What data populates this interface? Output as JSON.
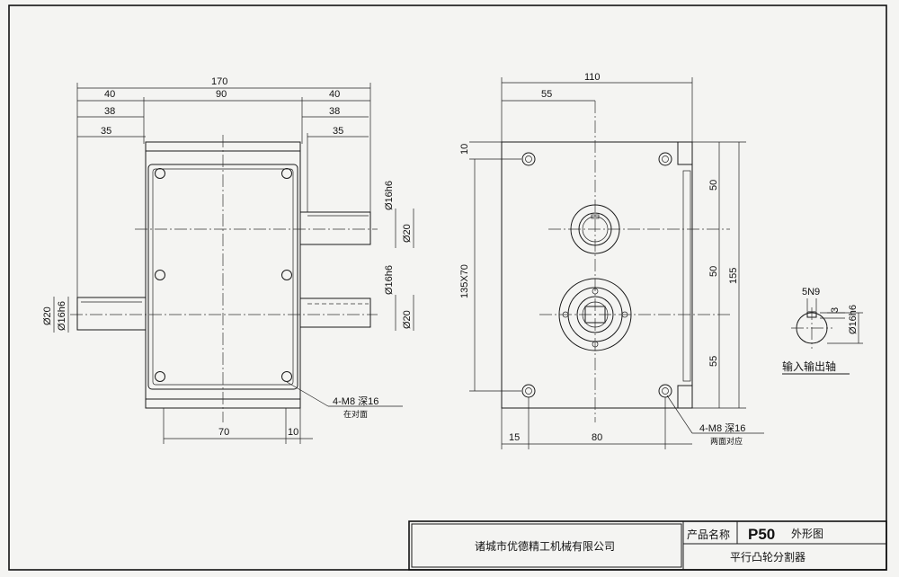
{
  "front_view": {
    "dims": {
      "overall_width": "170",
      "left_shaft_region": "40",
      "body_width": "90",
      "right_shaft_region": "40",
      "left_38": "38",
      "right_38": "38",
      "left_35": "35",
      "right_35": "35",
      "base_70": "70",
      "base_10": "10",
      "top_shaft_d16": "Ø16h6",
      "top_shaft_d20": "Ø20",
      "mid_shaft_d16": "Ø16h6",
      "mid_shaft_d20": "Ø20",
      "left_shaft_d20": "Ø20",
      "left_shaft_d16": "Ø16h6"
    },
    "callout": {
      "thread": "4-M8 深16",
      "note": "在对面"
    }
  },
  "side_view": {
    "dims": {
      "overall_width": "110",
      "to_center": "55",
      "top_offset": "10",
      "hole_pattern": "135X70",
      "upper_50": "50",
      "mid_50": "50",
      "lower_55": "55",
      "height_155": "155",
      "left_15": "15",
      "bottom_80": "80"
    },
    "callout": {
      "thread": "4-M8 深16",
      "note": "两面对应"
    }
  },
  "shaft_section": {
    "keyway": "5N9",
    "depth": "3",
    "diameter": "Ø16h6",
    "caption": "输入输出轴"
  },
  "title_block": {
    "company": "诸城市优德精工机械有限公司",
    "product_name_label": "产品名称",
    "model": "P50",
    "drawing_type": "外形图",
    "product_desc": "平行凸轮分割器"
  }
}
